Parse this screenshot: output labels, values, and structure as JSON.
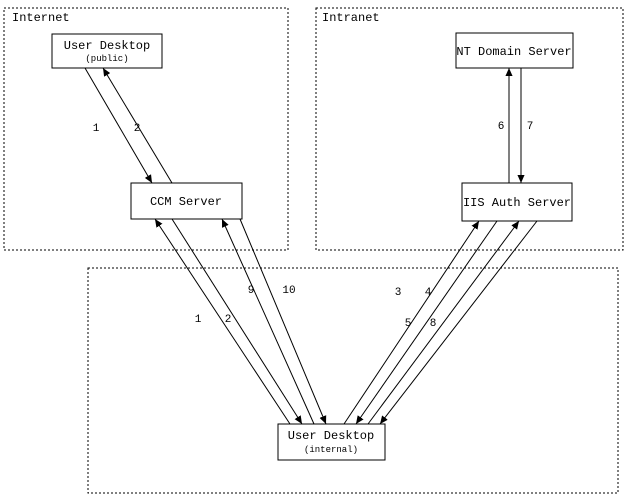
{
  "diagram": {
    "zones": {
      "internet": {
        "label": "Internet"
      },
      "intranet": {
        "label": "Intranet"
      }
    },
    "nodes": {
      "user_desktop_public": {
        "title": "User Desktop",
        "subtitle": "(public)"
      },
      "ccm_server": {
        "title": "CCM Server"
      },
      "nt_domain_server": {
        "title": "NT Domain Server"
      },
      "iis_auth_server": {
        "title": "IIS Auth Server"
      },
      "user_desktop_internal": {
        "title": "User Desktop",
        "subtitle": "(internal)"
      }
    },
    "flow_labels": {
      "public_1": "1",
      "public_2": "2",
      "nt_6": "6",
      "nt_7": "7",
      "internal_1": "1",
      "internal_2": "2",
      "ccm_9": "9",
      "ccm_10": "10",
      "iis_3": "3",
      "iis_4": "4",
      "iis_5": "5",
      "iis_8": "8"
    },
    "colors": {
      "line": "#000000",
      "background": "#ffffff"
    }
  }
}
